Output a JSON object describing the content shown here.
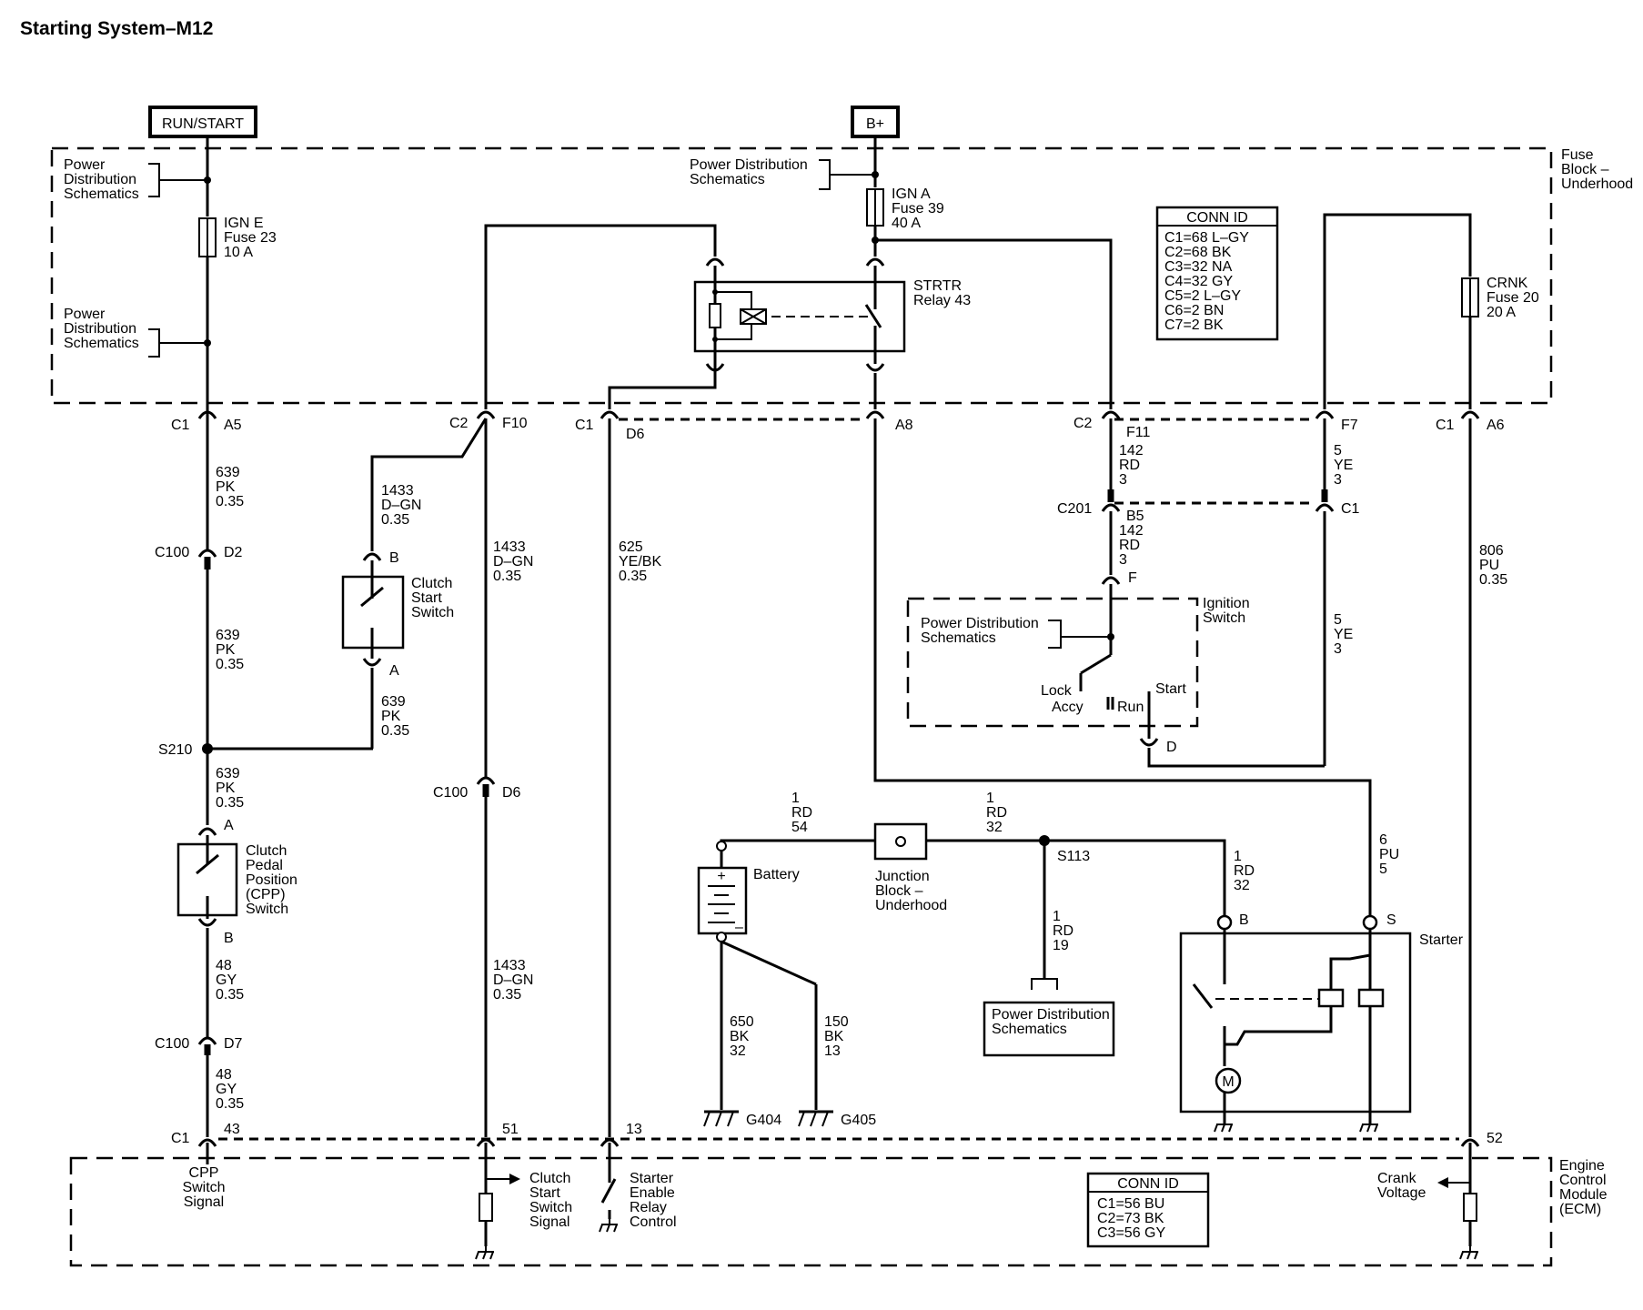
{
  "title": "Starting System–M12",
  "power_sources": {
    "run_start": "RUN/START",
    "b_plus": "B+"
  },
  "fuse_block": {
    "label": [
      "Fuse",
      "Block –",
      "Underhood"
    ],
    "pds_1": [
      "Power",
      "Distribution",
      "Schematics"
    ],
    "pds_2": [
      "Power",
      "Distribution",
      "Schematics"
    ],
    "pds_3": [
      "Power Distribution",
      "Schematics"
    ],
    "ign_e": [
      "IGN E",
      "Fuse 23",
      "10 A"
    ],
    "ign_a": [
      "IGN A",
      "Fuse 39",
      "40 A"
    ],
    "crnk": [
      "CRNK",
      "Fuse 20",
      "20 A"
    ],
    "relay": [
      "STRTR",
      "Relay 43"
    ],
    "conn_id": {
      "title": "CONN ID",
      "rows": [
        "C1=68 L–GY",
        "C2=68 BK",
        "C3=32 NA",
        "C4=32 GY",
        "C5=2 L–GY",
        "C6=2 BN",
        "C7=2 BK"
      ]
    }
  },
  "connectors": {
    "c1": "C1",
    "c2": "C2",
    "c100": "C100",
    "c201": "C201",
    "a5": "A5",
    "f10": "F10",
    "d6": "D6",
    "a8": "A8",
    "f11": "F11",
    "f7": "F7",
    "a6": "A6",
    "d2": "D2",
    "d7": "D7",
    "b5": "B5",
    "c1pin": "C1",
    "b": "B",
    "a": "A",
    "f": "F",
    "d": "D",
    "s": "S",
    "p43": "43",
    "p51": "51",
    "p13": "13",
    "p52": "52"
  },
  "splices": {
    "s210": "S210",
    "s113": "S113"
  },
  "wires": {
    "w639_1": [
      "639",
      "PK",
      "0.35"
    ],
    "w639_2": [
      "639",
      "PK",
      "0.35"
    ],
    "w639_3": [
      "639",
      "PK",
      "0.35"
    ],
    "w639_4": [
      "639",
      "PK",
      "0.35"
    ],
    "w48_1": [
      "48",
      "GY",
      "0.35"
    ],
    "w48_2": [
      "48",
      "GY",
      "0.35"
    ],
    "w1433_1": [
      "1433",
      "D–GN",
      "0.35"
    ],
    "w1433_2": [
      "1433",
      "D–GN",
      "0.35"
    ],
    "w1433_3": [
      "1433",
      "D–GN",
      "0.35"
    ],
    "w625": [
      "625",
      "YE/BK",
      "0.35"
    ],
    "w142_1": [
      "142",
      "RD",
      "3"
    ],
    "w142_2": [
      "142",
      "RD",
      "3"
    ],
    "w5_1": [
      "5",
      "YE",
      "3"
    ],
    "w5_2": [
      "5",
      "YE",
      "3"
    ],
    "w806": [
      "806",
      "PU",
      "0.35"
    ],
    "w6": [
      "6",
      "PU",
      "5"
    ],
    "w1_54": [
      "1",
      "RD",
      "54"
    ],
    "w1_32a": [
      "1",
      "RD",
      "32"
    ],
    "w1_32b": [
      "1",
      "RD",
      "32"
    ],
    "w1_19": [
      "1",
      "RD",
      "19"
    ],
    "w650": [
      "650",
      "BK",
      "32"
    ],
    "w150": [
      "150",
      "BK",
      "13"
    ]
  },
  "components": {
    "clutch_start_switch": [
      "Clutch",
      "Start",
      "Switch"
    ],
    "cpp_switch": [
      "Clutch",
      "Pedal",
      "Position",
      "(CPP)",
      "Switch"
    ],
    "ignition_switch": [
      "Ignition",
      "Switch"
    ],
    "ign_lock": "Lock",
    "ign_accy": "Accy",
    "ign_run": "Run",
    "ign_start": "Start",
    "battery": "Battery",
    "junction_block": [
      "Junction",
      "Block –",
      "Underhood"
    ],
    "pds_s113": [
      "Power Distribution",
      "Schematics"
    ],
    "starter": "Starter",
    "motor": "M",
    "g404": "G404",
    "g405": "G405"
  },
  "ecm": {
    "label": [
      "Engine",
      "Control",
      "Module",
      "(ECM)"
    ],
    "cpp_signal": [
      "CPP",
      "Switch",
      "Signal"
    ],
    "clutch_signal": [
      "Clutch",
      "Start",
      "Switch",
      "Signal"
    ],
    "starter_enable": [
      "Starter",
      "Enable",
      "Relay",
      "Control"
    ],
    "crank_voltage": [
      "Crank",
      "Voltage"
    ],
    "conn_id": {
      "title": "CONN ID",
      "rows": [
        "C1=56 BU",
        "C2=73 BK",
        "C3=56 GY"
      ]
    }
  }
}
